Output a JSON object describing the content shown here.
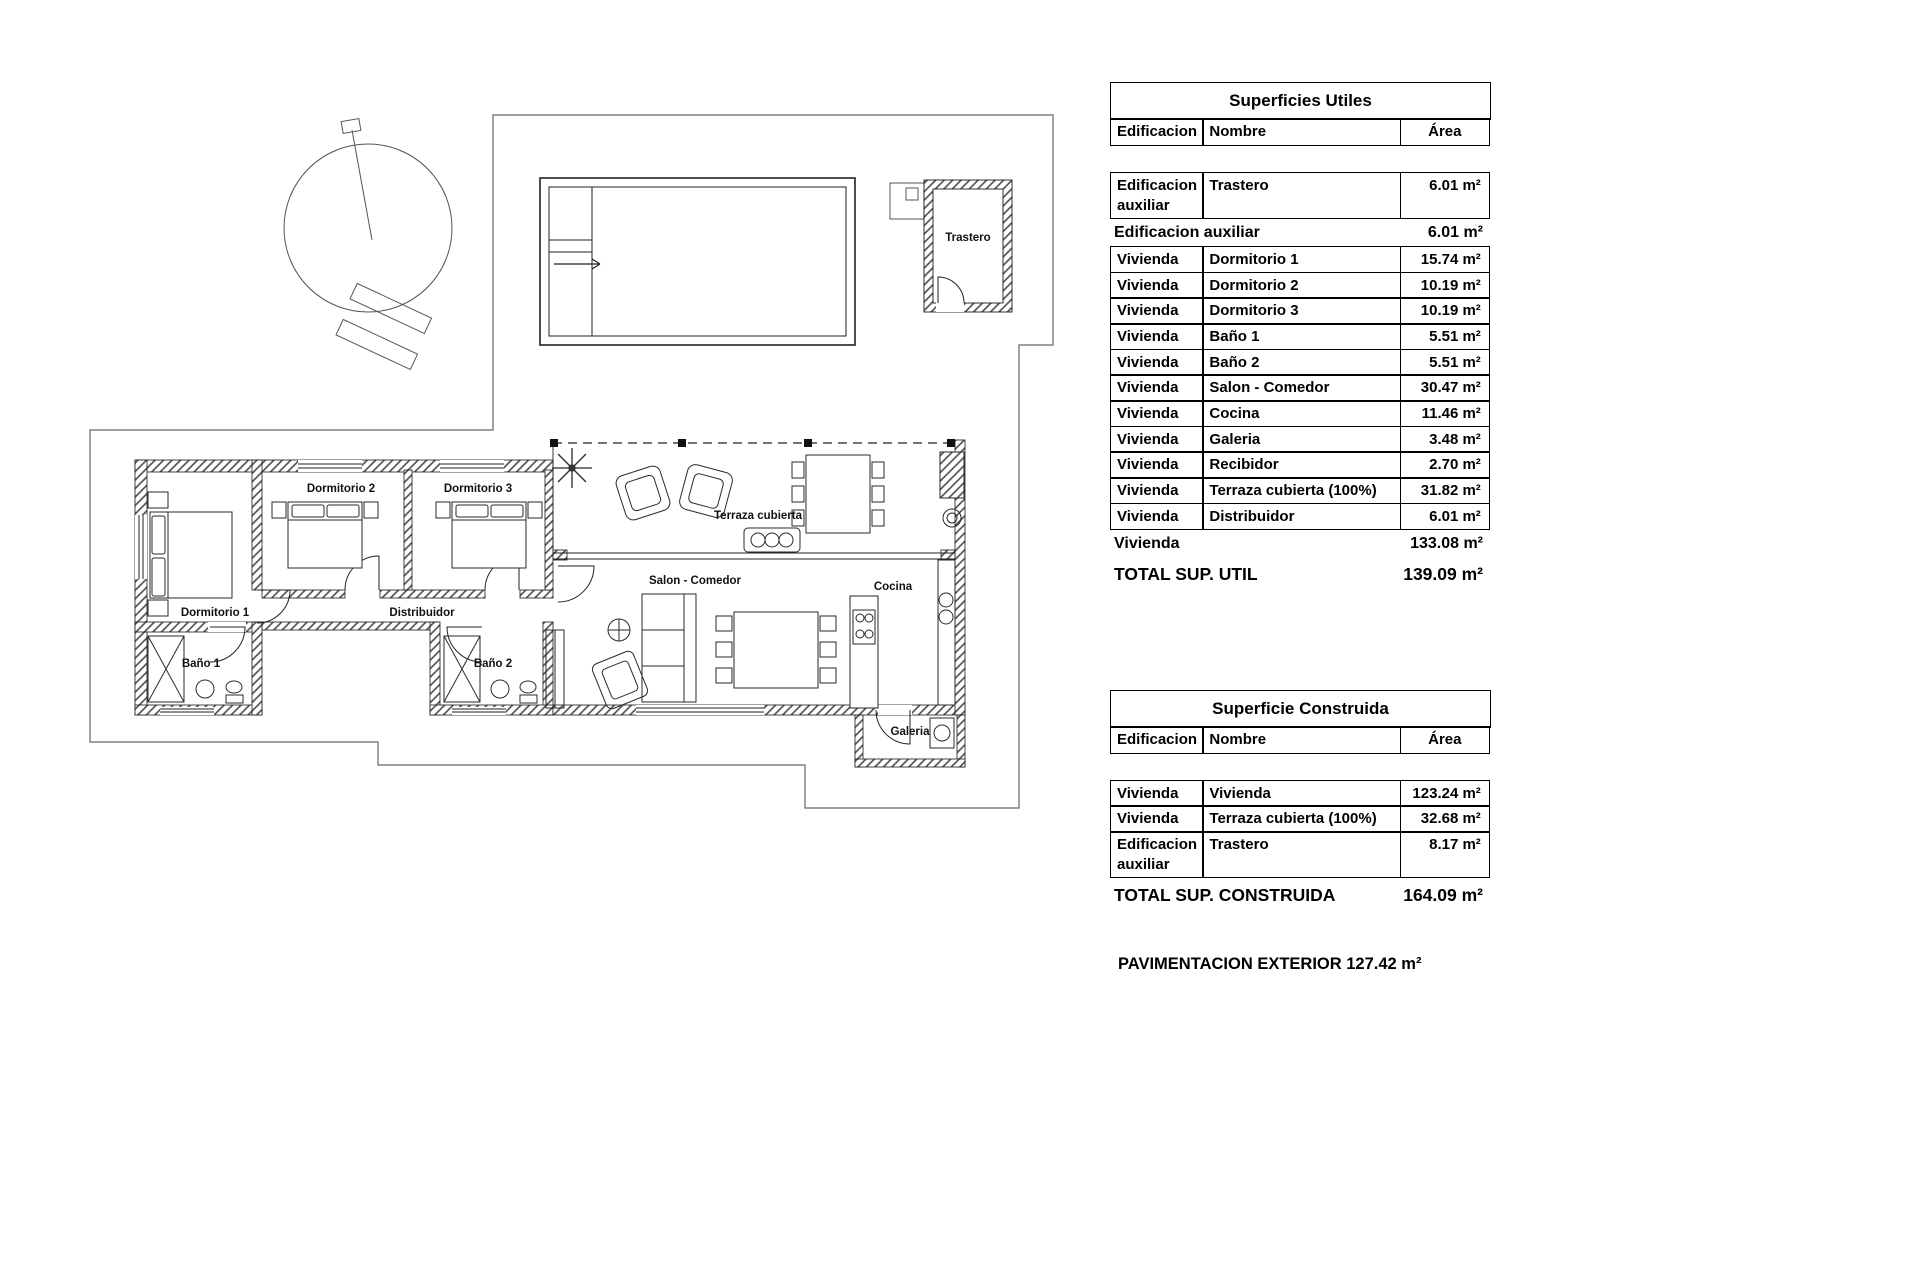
{
  "plan": {
    "rooms": {
      "trastero": "Trastero",
      "dorm1": "Dormitorio 1",
      "dorm2": "Dormitorio 2",
      "dorm3": "Dormitorio 3",
      "bano1": "Baño 1",
      "bano2": "Baño 2",
      "distribuidor": "Distribuidor",
      "salon": "Salon - Comedor",
      "cocina": "Cocina",
      "galeria": "Galeria",
      "terraza": "Terraza cubierta"
    }
  },
  "superficies_utiles": {
    "title": "Superficies Utiles",
    "col_edificacion": "Edificacion",
    "col_nombre": "Nombre",
    "col_area": "Área",
    "aux_row": {
      "edificacion": "Edificacion auxiliar",
      "nombre": "Trastero",
      "area": "6.01 m²"
    },
    "aux_subtotal_label": "Edificacion auxiliar",
    "aux_subtotal_value": "6.01 m²",
    "vivienda_rows": [
      {
        "edificacion": "Vivienda",
        "nombre": "Dormitorio 1",
        "area": "15.74 m²"
      },
      {
        "edificacion": "Vivienda",
        "nombre": "Dormitorio 2",
        "area": "10.19 m²"
      },
      {
        "edificacion": "Vivienda",
        "nombre": "Dormitorio 3",
        "area": "10.19 m²"
      },
      {
        "edificacion": "Vivienda",
        "nombre": "Baño 1",
        "area": "5.51 m²"
      },
      {
        "edificacion": "Vivienda",
        "nombre": "Baño 2",
        "area": "5.51 m²"
      },
      {
        "edificacion": "Vivienda",
        "nombre": "Salon - Comedor",
        "area": "30.47 m²"
      },
      {
        "edificacion": "Vivienda",
        "nombre": "Cocina",
        "area": "11.46 m²"
      },
      {
        "edificacion": "Vivienda",
        "nombre": "Galeria",
        "area": "3.48 m²"
      },
      {
        "edificacion": "Vivienda",
        "nombre": "Recibidor",
        "area": "2.70 m²"
      },
      {
        "edificacion": "Vivienda",
        "nombre": "Terraza cubierta (100%)",
        "area": "31.82 m²"
      },
      {
        "edificacion": "Vivienda",
        "nombre": "Distribuidor",
        "area": "6.01 m²"
      }
    ],
    "vivienda_subtotal_label": "Vivienda",
    "vivienda_subtotal_value": "133.08 m²",
    "total_label": "TOTAL SUP. UTIL",
    "total_value": "139.09 m²"
  },
  "superficie_construida": {
    "title": "Superficie Construida",
    "col_edificacion": "Edificacion",
    "col_nombre": "Nombre",
    "col_area": "Área",
    "rows": [
      {
        "edificacion": "Vivienda",
        "nombre": "Vivienda",
        "area": "123.24 m²"
      },
      {
        "edificacion": "Vivienda",
        "nombre": "Terraza cubierta (100%)",
        "area": "32.68 m²"
      },
      {
        "edificacion": "Edificacion auxiliar",
        "nombre": "Trastero",
        "area": "8.17 m²"
      }
    ],
    "total_label": "TOTAL SUP. CONSTRUIDA",
    "total_value": "164.09 m²"
  },
  "footer": {
    "pavimentacion": "PAVIMENTACION EXTERIOR 127.42 m²"
  }
}
